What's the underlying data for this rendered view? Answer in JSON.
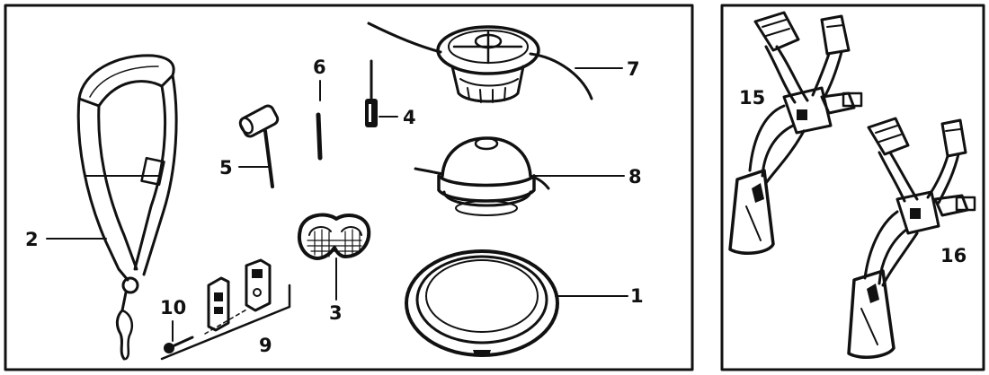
{
  "callouts": [
    {
      "id": "1",
      "label": "1"
    },
    {
      "id": "2",
      "label": "2"
    },
    {
      "id": "3",
      "label": "3"
    },
    {
      "id": "4",
      "label": "4"
    },
    {
      "id": "5",
      "label": "5"
    },
    {
      "id": "6",
      "label": "6"
    },
    {
      "id": "7",
      "label": "7"
    },
    {
      "id": "8",
      "label": "8"
    },
    {
      "id": "9",
      "label": "9"
    },
    {
      "id": "10",
      "label": "10"
    },
    {
      "id": "15",
      "label": "15"
    },
    {
      "id": "16",
      "label": "16"
    }
  ]
}
